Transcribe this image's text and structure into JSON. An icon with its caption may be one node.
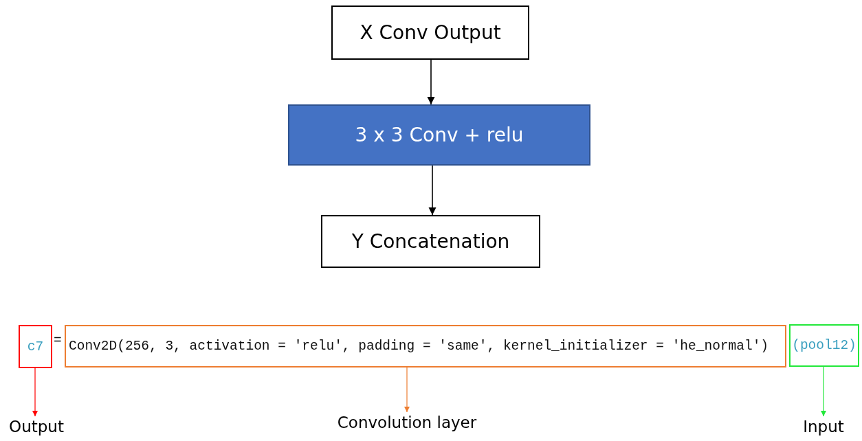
{
  "diagram": {
    "nodes": [
      {
        "text": [
          "X Conv Output"
        ]
      },
      {
        "text": [
          "3 x 3 Conv + relu"
        ]
      },
      {
        "text": [
          "Y Concatenation"
        ]
      },
      {
        "text": [
          "c7"
        ]
      },
      {
        "text": [
          "Conv2D(256, 3, activation = 'relu', padding = 'same', kernel_initializer = 'he_normal')"
        ]
      },
      {
        "text": [
          "(pool12)"
        ]
      },
      {
        "text": [
          "Output"
        ]
      },
      {
        "text": [
          "Convolution layer"
        ]
      },
      {
        "text": [
          "Input"
        ]
      }
    ],
    "edges": [
      {
        "from": 0,
        "to": 1,
        "arrow": "to"
      },
      {
        "from": 1,
        "to": 2,
        "arrow": "to"
      },
      {
        "from": 3,
        "to": 6,
        "arrow": "to",
        "color": "#ff0000"
      },
      {
        "from": 4,
        "to": 7,
        "arrow": "to",
        "color": "#ed7d31"
      },
      {
        "from": 5,
        "to": 8,
        "arrow": "to",
        "color": "#22e83a"
      }
    ],
    "labels": [
      "="
    ]
  }
}
